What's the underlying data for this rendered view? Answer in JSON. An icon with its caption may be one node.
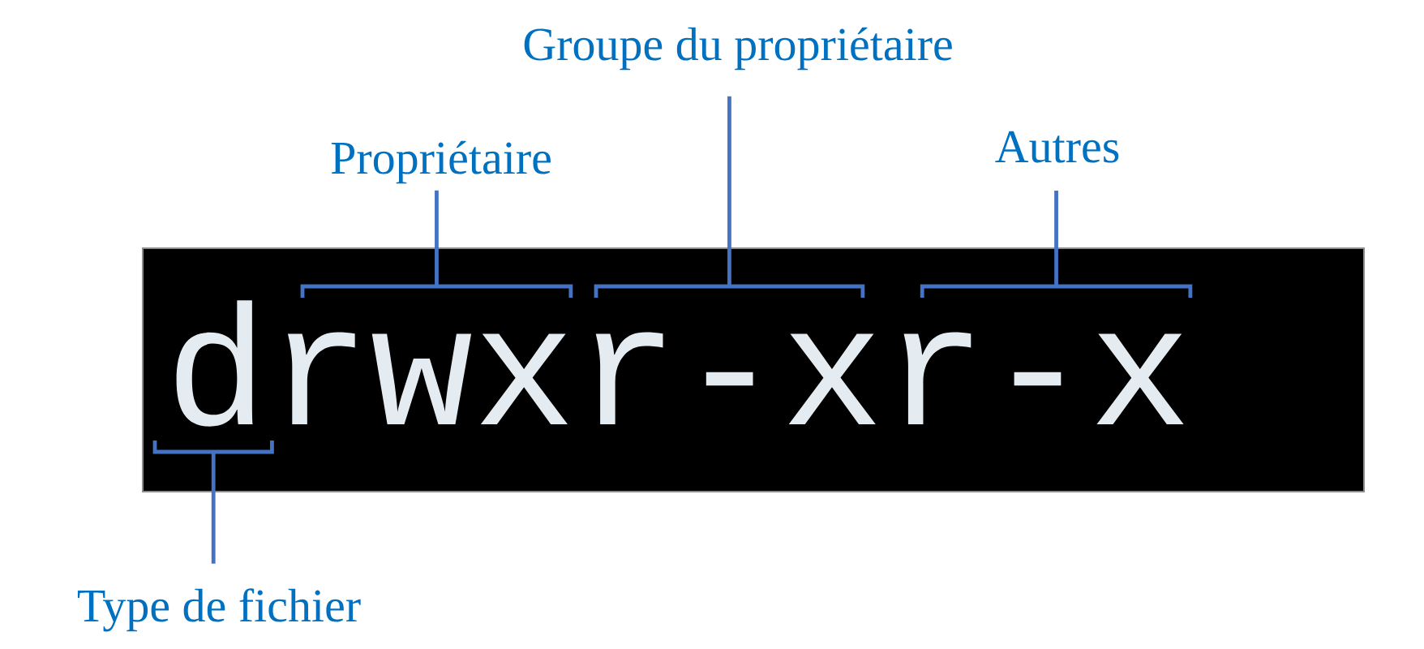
{
  "diagram": {
    "nodes": [
      {
        "text": [
          "Groupe du propriétaire"
        ]
      },
      {
        "text": [
          "Propriétaire"
        ]
      },
      {
        "text": [
          "Autres"
        ]
      },
      {
        "text": [],
        "shape": "box"
      },
      {
        "text": [
          "d"
        ],
        "in": 3
      },
      {
        "text": [
          "rwx"
        ],
        "in": 3
      },
      {
        "text": [
          "r-x"
        ],
        "in": 3
      },
      {
        "text": [
          "r-x"
        ],
        "in": 3
      },
      {
        "text": [
          "Type de fichier"
        ]
      }
    ],
    "edges": [
      {
        "from": 0,
        "to": 6,
        "arrow": "none"
      },
      {
        "from": 1,
        "to": 5,
        "arrow": "none"
      },
      {
        "from": 2,
        "to": 7,
        "arrow": "none"
      },
      {
        "from": 8,
        "to": 4,
        "arrow": "none"
      }
    ]
  }
}
